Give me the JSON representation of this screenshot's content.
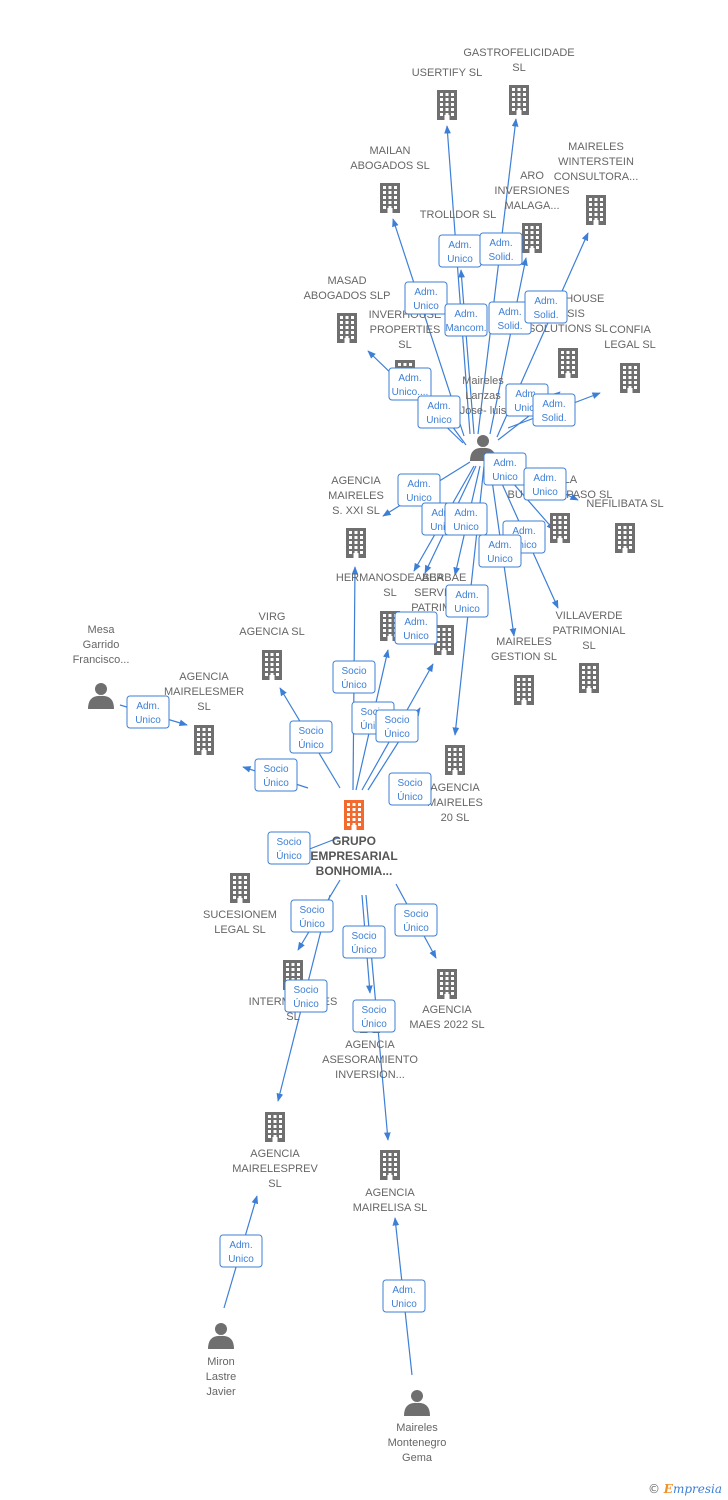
{
  "colors": {
    "edge": "#3d7fd6",
    "company": "#6f6f6f",
    "main_company": "#f26a2e",
    "person": "#6f6f6f",
    "label": "#666666"
  },
  "brand": {
    "copyright": "©",
    "initial": "E",
    "rest": "mpresia"
  },
  "nodes": [
    {
      "id": "grupo",
      "type": "company_main",
      "lines": [
        "GRUPO",
        "EMPRESARIAL",
        "BONHOMIA..."
      ]
    },
    {
      "id": "usertify",
      "type": "company",
      "lines": [
        "USERTIFY  SL"
      ]
    },
    {
      "id": "gastro",
      "type": "company",
      "lines": [
        "GASTROFELICIDADE",
        "SL"
      ]
    },
    {
      "id": "mailan",
      "type": "company",
      "lines": [
        "MAILAN",
        "ABOGADOS  SL"
      ]
    },
    {
      "id": "winterstein",
      "type": "company",
      "lines": [
        "MAIRELES",
        "WINTERSTEIN",
        "CONSULTORA..."
      ]
    },
    {
      "id": "aro",
      "type": "company",
      "lines": [
        "ARO",
        "INVERSIONES",
        "MALAGA..."
      ]
    },
    {
      "id": "trolldor",
      "type": "company",
      "lines": [
        "TROLLDOR  SL"
      ]
    },
    {
      "id": "masad",
      "type": "company",
      "lines": [
        "MASAD",
        "ABOGADOS SLP"
      ]
    },
    {
      "id": "inverhouse_prop",
      "type": "company",
      "lines": [
        "INVERHOUSE",
        "PROPERTIES",
        "SL"
      ]
    },
    {
      "id": "inverhouse_sol",
      "type": "company",
      "lines": [
        "INVERHOUSE",
        "OASIS",
        "SOLUTIONS SL"
      ]
    },
    {
      "id": "confia",
      "type": "company",
      "lines": [
        "CONFIA",
        "LEGAL  SL"
      ]
    },
    {
      "id": "person_jose",
      "type": "person",
      "lines": [
        "Maireles",
        "Lanzas",
        "Jose- luis"
      ]
    },
    {
      "id": "amaireles_xxi",
      "type": "company",
      "lines": [
        "AGENCIA",
        "MAIRELES",
        "S. XXI  SL"
      ]
    },
    {
      "id": "bella",
      "type": "company",
      "lines": [
        "BELLA",
        "BUSINESS PASO SL"
      ]
    },
    {
      "id": "nefilibata",
      "type": "company",
      "lines": [
        "NEFILIBATA  SL"
      ]
    },
    {
      "id": "hermanos",
      "type": "company",
      "lines": [
        "HERMANOSDEABBA",
        "SL"
      ]
    },
    {
      "id": "aerbae",
      "type": "company",
      "lines": [
        "AERBAE",
        "SERVICIOS",
        "PATRIMON..."
      ]
    },
    {
      "id": "virg",
      "type": "company",
      "lines": [
        "VIRG",
        "AGENCIA  SL"
      ]
    },
    {
      "id": "villaverde",
      "type": "company",
      "lines": [
        "VILLAVERDE",
        "PATRIMONIAL",
        "SL"
      ]
    },
    {
      "id": "maireles_gestion",
      "type": "company",
      "lines": [
        "MAIRELES",
        "GESTION  SL"
      ]
    },
    {
      "id": "person_mesa",
      "type": "person",
      "lines": [
        "Mesa",
        "Garrido",
        "Francisco..."
      ]
    },
    {
      "id": "amairelesmer",
      "type": "company",
      "lines": [
        "AGENCIA",
        "MAIRELESMER",
        "SL"
      ]
    },
    {
      "id": "amaireles20",
      "type": "company",
      "lines": [
        "AGENCIA",
        "MAIRELES",
        "20  SL"
      ]
    },
    {
      "id": "sucesionem",
      "type": "company",
      "lines": [
        "SUCESIONEM",
        "LEGAL  SL"
      ]
    },
    {
      "id": "inter",
      "type": "company",
      "lines": [
        "INTERMAIRELES",
        "SL"
      ]
    },
    {
      "id": "amaes",
      "type": "company",
      "lines": [
        "AGENCIA",
        "MAES 2022  SL"
      ]
    },
    {
      "id": "aasesor",
      "type": "company",
      "lines": [
        "AGENCIA",
        "ASESORAMIENTO",
        "INVERSION..."
      ]
    },
    {
      "id": "amairelesprev",
      "type": "company",
      "lines": [
        "AGENCIA",
        "MAIRELESPREV",
        "SL"
      ]
    },
    {
      "id": "amairelisa",
      "type": "company",
      "lines": [
        "AGENCIA",
        "MAIRELISA  SL"
      ]
    },
    {
      "id": "person_miron",
      "type": "person",
      "lines": [
        "Miron",
        "Lastre",
        "Javier"
      ]
    },
    {
      "id": "person_gema",
      "type": "person",
      "lines": [
        "Maireles",
        "Montenegro",
        "Gema"
      ]
    }
  ],
  "edges": [
    {
      "from": "person_jose",
      "to": "usertify",
      "label": [
        "Adm.",
        "Unico"
      ]
    },
    {
      "from": "person_jose",
      "to": "gastro",
      "label": [
        "Adm.",
        "Solid."
      ]
    },
    {
      "from": "person_jose",
      "to": "mailan",
      "label": [
        "Adm.",
        "Unico"
      ]
    },
    {
      "from": "person_jose",
      "to": "trolldor",
      "label": [
        "Adm.",
        "Mancom."
      ]
    },
    {
      "from": "person_jose",
      "to": "aro",
      "label": [
        "Adm.",
        "Solid."
      ]
    },
    {
      "from": "person_jose",
      "to": "winterstein",
      "label": [
        "Adm.",
        "Solid."
      ]
    },
    {
      "from": "person_jose",
      "to": "masad",
      "label": [
        "Adm.",
        "Unico...."
      ]
    },
    {
      "from": "person_jose",
      "to": "inverhouse_prop",
      "label": [
        "Adm.",
        "Unico"
      ]
    },
    {
      "from": "person_jose",
      "to": "inverhouse_sol",
      "label": [
        "Adm.",
        "Unico"
      ]
    },
    {
      "from": "person_jose",
      "to": "confia",
      "label": [
        "Adm.",
        "Solid."
      ]
    },
    {
      "from": "person_jose",
      "to": "amaireles_xxi",
      "label": [
        "Adm.",
        "Unico"
      ]
    },
    {
      "from": "person_jose",
      "to": "bella",
      "label": [
        "Adm.",
        "Unico"
      ]
    },
    {
      "from": "person_jose",
      "to": "nefilibata",
      "label": [
        "Adm.",
        "Unico"
      ]
    },
    {
      "from": "person_jose",
      "to": "hermanos",
      "label": [
        "Adm.",
        "Unico"
      ]
    },
    {
      "from": "person_jose",
      "to": "aerbae",
      "label": [
        "Adm.",
        "Unico"
      ]
    },
    {
      "from": "person_jose",
      "to": "villaverde",
      "label": [
        "Adm.",
        "Unico"
      ]
    },
    {
      "from": "person_jose",
      "to": "maireles_gestion",
      "label": [
        "Adm.",
        "Unico"
      ]
    },
    {
      "from": "person_jose",
      "to": "virg",
      "label": [
        "Adm.",
        "Unico"
      ]
    },
    {
      "from": "person_jose",
      "to": "amaireles20",
      "label": [
        "Adm.",
        "Unico"
      ]
    },
    {
      "from": "person_mesa",
      "to": "amairelesmer",
      "label": [
        "Adm.",
        "Unico"
      ]
    },
    {
      "from": "grupo",
      "to": "amaireles_xxi",
      "label": [
        "Socio",
        "Único"
      ]
    },
    {
      "from": "grupo",
      "to": "virg",
      "label": [
        "Socio",
        "Único"
      ]
    },
    {
      "from": "grupo",
      "to": "amairelesmer",
      "label": [
        "Socio",
        "Único"
      ]
    },
    {
      "from": "grupo",
      "to": "hermanos",
      "label": [
        "Socio",
        "Único"
      ]
    },
    {
      "from": "grupo",
      "to": "aerbae",
      "label": [
        "Socio",
        "Único"
      ]
    },
    {
      "from": "grupo",
      "to": "amaireles20",
      "label": [
        "Socio",
        "Único"
      ]
    },
    {
      "from": "grupo",
      "to": "sucesionem",
      "label": [
        "Socio",
        "Único"
      ]
    },
    {
      "from": "grupo",
      "to": "inter",
      "label": [
        "Socio",
        "Único"
      ]
    },
    {
      "from": "grupo",
      "to": "amaes",
      "label": [
        "Socio",
        "Único"
      ]
    },
    {
      "from": "grupo",
      "to": "aasesor",
      "label": [
        "Socio",
        "Único"
      ]
    },
    {
      "from": "grupo",
      "to": "amairelesprev",
      "label": [
        "Socio",
        "Único"
      ]
    },
    {
      "from": "grupo",
      "to": "amairelisa",
      "label": [
        "Socio",
        "Único"
      ]
    },
    {
      "from": "person_miron",
      "to": "amairelesprev",
      "label": [
        "Adm.",
        "Unico"
      ]
    },
    {
      "from": "person_gema",
      "to": "amairelisa",
      "label": [
        "Adm.",
        "Unico"
      ]
    }
  ]
}
